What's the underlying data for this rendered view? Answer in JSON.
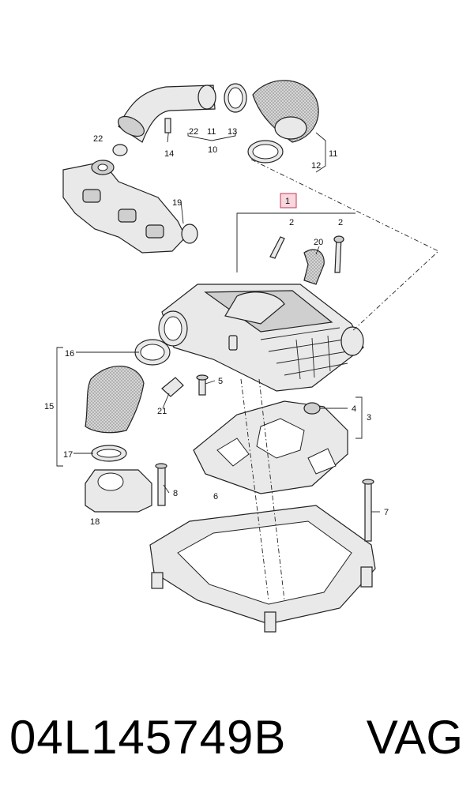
{
  "callouts": {
    "c1": "1",
    "c2a": "2",
    "c2b": "2",
    "c3": "3",
    "c4": "4",
    "c5": "5",
    "c6": "6",
    "c7": "7",
    "c8": "8",
    "c10": "10",
    "c11a": "11",
    "c11b": "11",
    "c12": "12",
    "c13": "13",
    "c14": "14",
    "c15": "15",
    "c16": "16",
    "c17": "17",
    "c18": "18",
    "c19": "19",
    "c20": "20",
    "c21": "21",
    "c22a": "22",
    "c22b": "22"
  },
  "footer": {
    "part_number": "04L145749B",
    "brand": "VAG"
  }
}
